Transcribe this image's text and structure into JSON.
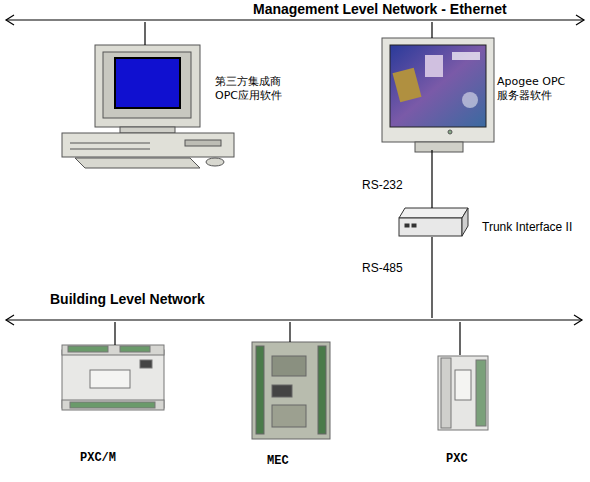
{
  "diagram": {
    "nodes": [
      {
        "text": [
          "Management Level Network - Ethernet"
        ]
      },
      {
        "text": [
          "第三方集成商 OPC应用软件"
        ]
      },
      {
        "text": [
          "Apogee OPC 服务器软件"
        ]
      },
      {
        "text": [
          "Trunk Interface II"
        ]
      },
      {
        "text": [
          "Building Level Network"
        ]
      },
      {
        "text": [
          "PXC/M"
        ]
      },
      {
        "text": [
          "MEC"
        ]
      },
      {
        "text": [
          "PXC"
        ]
      }
    ],
    "edges": [
      {
        "from": 1,
        "to": 0,
        "arrow": "none"
      },
      {
        "from": 2,
        "to": 0,
        "arrow": "none"
      },
      {
        "from": 2,
        "to": 3,
        "label": "RS-232",
        "arrow": "none"
      },
      {
        "from": 3,
        "to": 4,
        "label": "RS-485",
        "arrow": "none"
      },
      {
        "from": 4,
        "to": 5,
        "arrow": "none"
      },
      {
        "from": 4,
        "to": 6,
        "arrow": "none"
      },
      {
        "from": 4,
        "to": 7,
        "arrow": "none"
      }
    ]
  }
}
